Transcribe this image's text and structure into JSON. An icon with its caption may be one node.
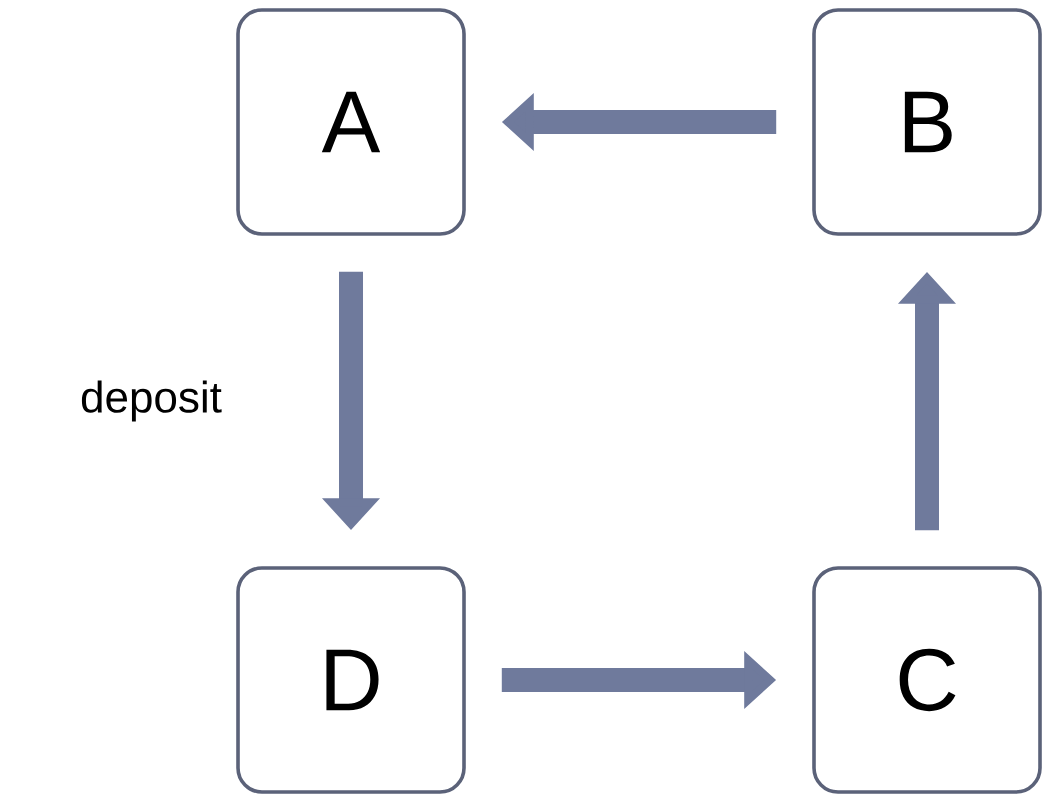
{
  "diagram": {
    "nodes": [
      {
        "text": [
          "A"
        ]
      },
      {
        "text": [
          "B"
        ]
      },
      {
        "text": [
          "D"
        ]
      },
      {
        "text": [
          "C"
        ]
      }
    ],
    "edges": [
      {
        "from": 1,
        "to": 0,
        "arrow": "to"
      },
      {
        "from": 0,
        "to": 2,
        "arrow": "to",
        "label": "deposit"
      },
      {
        "from": 2,
        "to": 3,
        "arrow": "to"
      },
      {
        "from": 3,
        "to": 1,
        "arrow": "to"
      }
    ]
  }
}
